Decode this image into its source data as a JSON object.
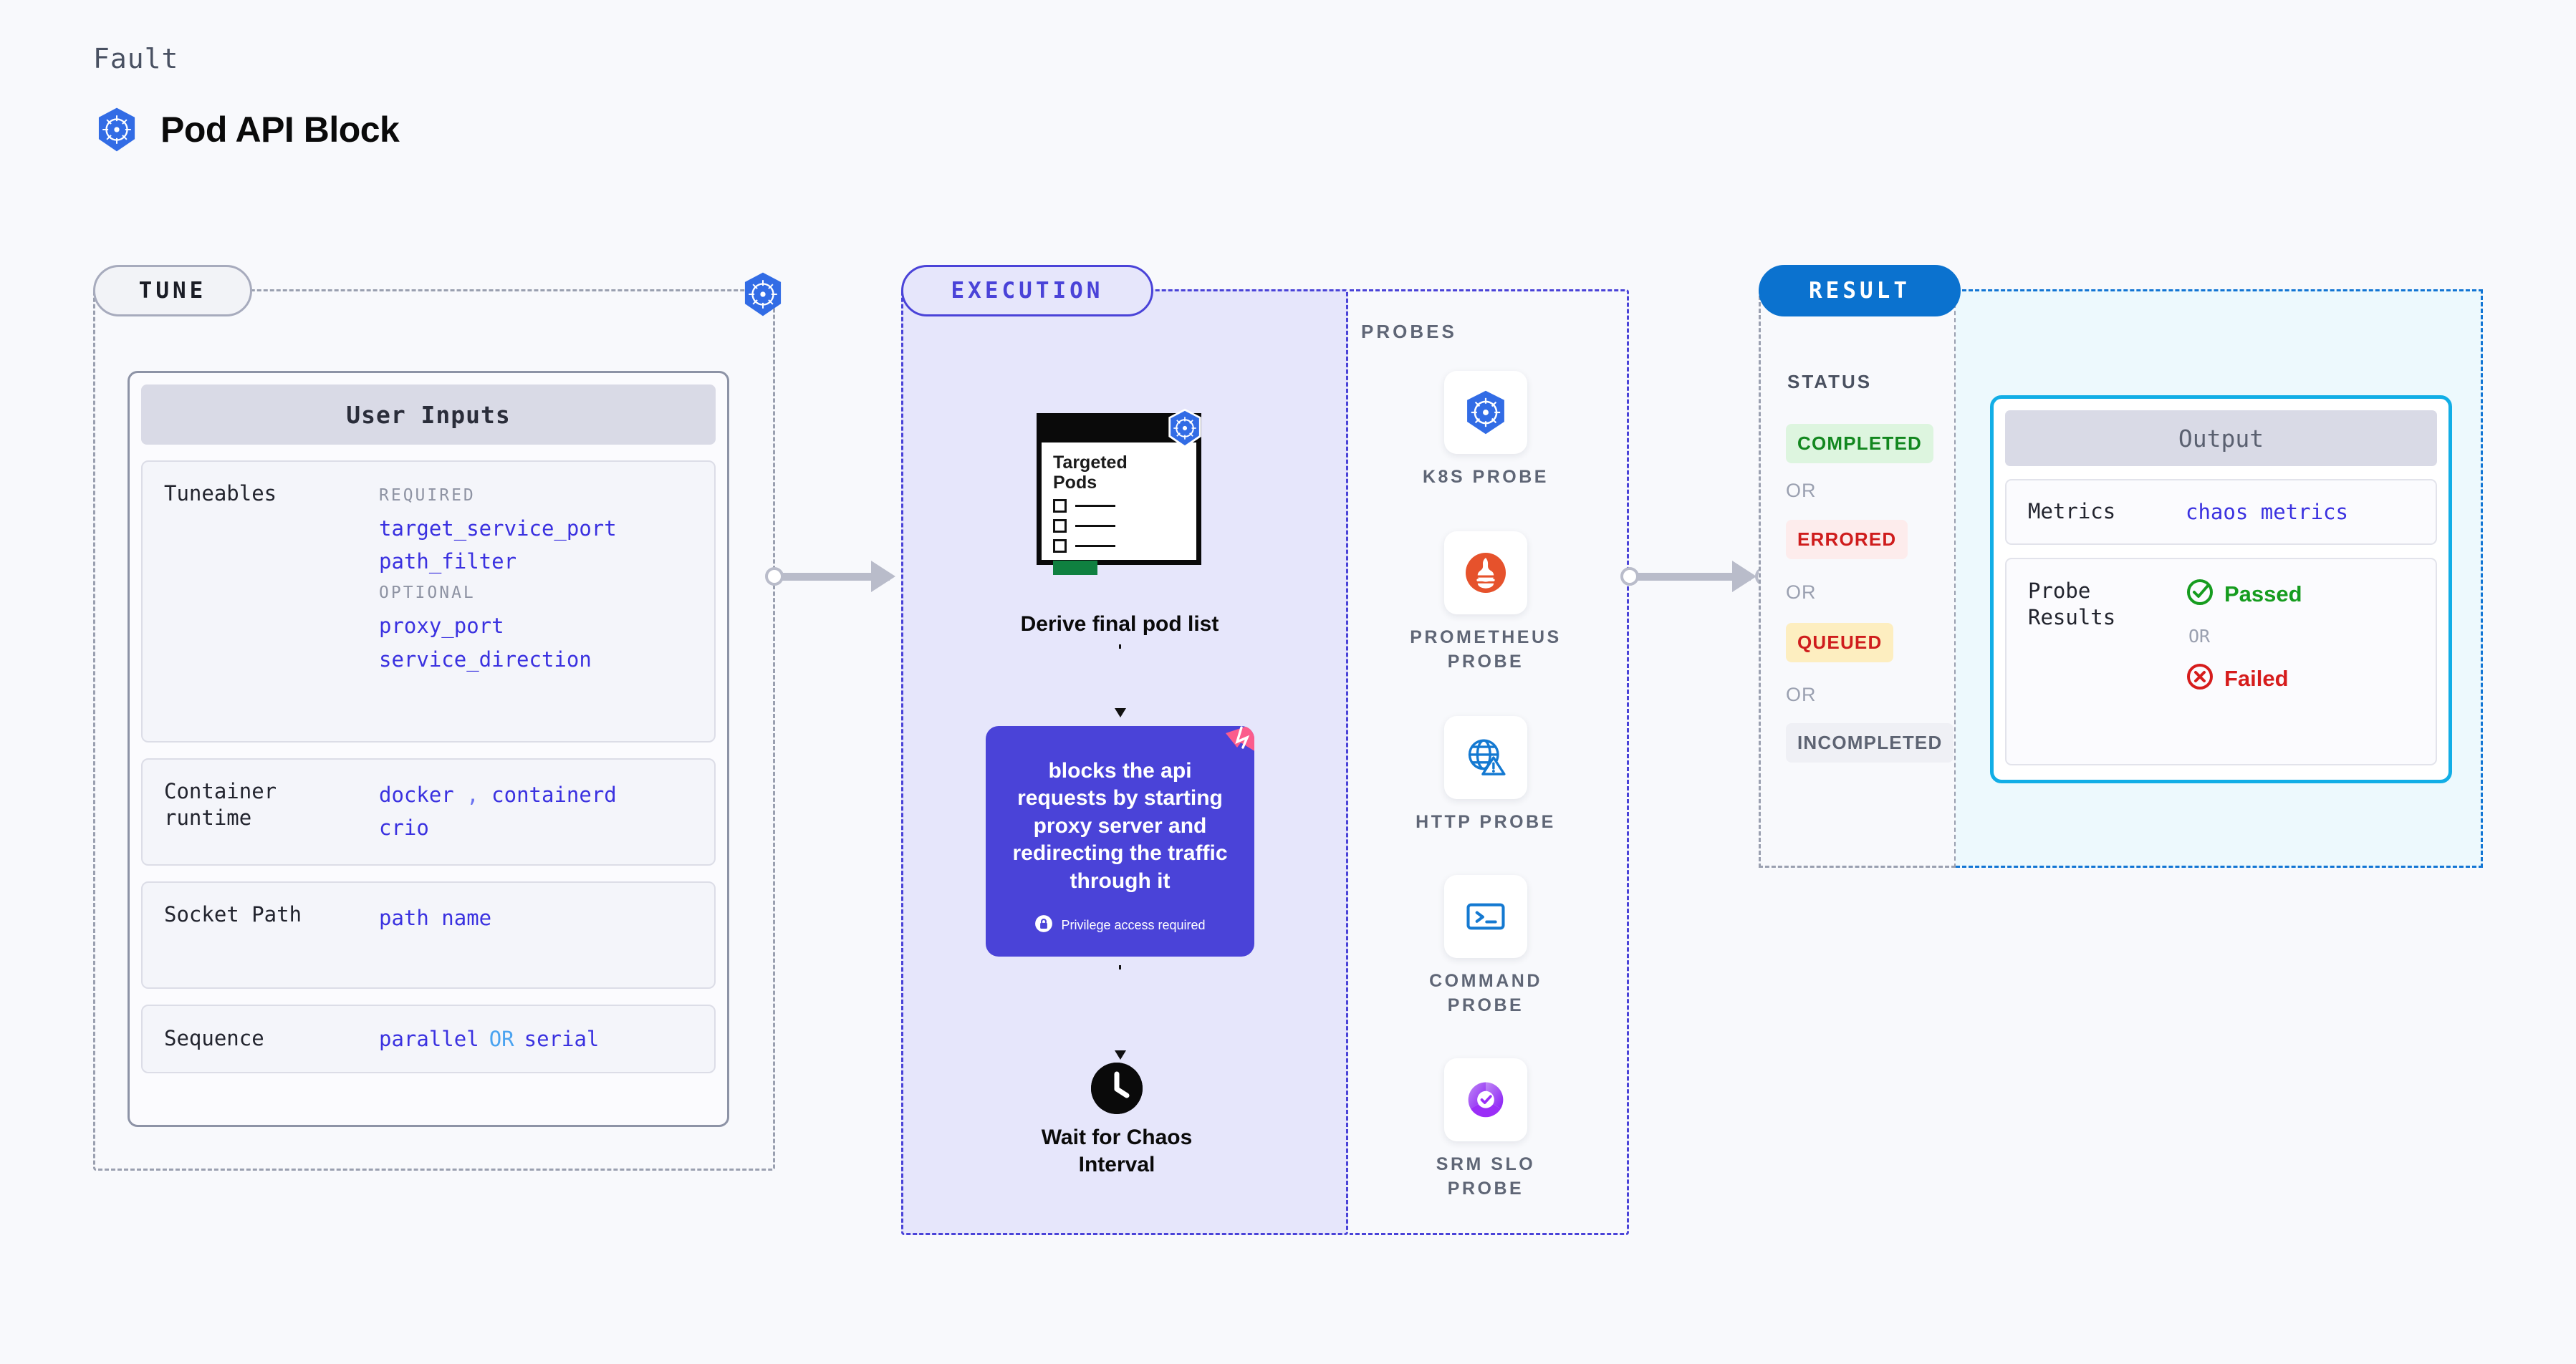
{
  "header": {
    "kicker": "Fault",
    "title": "Pod API Block",
    "icon": "kubernetes-icon"
  },
  "stages": {
    "tune": "TUNE",
    "execution": "EXECUTION",
    "result": "RESULT"
  },
  "tune": {
    "badge_icon": "kubernetes-icon",
    "card_title": "User Inputs",
    "rows": [
      {
        "label": "Tuneables",
        "groups": [
          {
            "category": "REQUIRED",
            "values": [
              "target_service_port",
              "path_filter"
            ]
          },
          {
            "category": "OPTIONAL",
            "values": [
              "proxy_port",
              "service_direction"
            ]
          }
        ]
      },
      {
        "label": "Container runtime",
        "values_line1": "docker",
        "separator": ",",
        "values_line1b": "containerd",
        "values_line2": "crio"
      },
      {
        "label": "Socket Path",
        "value": "path name"
      },
      {
        "label": "Sequence",
        "value_a": "parallel",
        "conjunction": "OR",
        "value_b": "serial"
      }
    ]
  },
  "execution": {
    "pods_card": {
      "heading_line1": "Targeted",
      "heading_line2": "Pods",
      "badge_icon": "kubernetes-icon"
    },
    "derive_caption": "Derive final pod list",
    "action": {
      "text": "blocks the api requests by starting proxy server and redirecting the traffic through it",
      "privilege_note": "Privilege access required",
      "privilege_icon": "lock-icon",
      "corner_icon": "litmuschaos-icon",
      "color": "#4a43d8"
    },
    "wait": {
      "icon": "clock-icon",
      "caption_line1": "Wait for Chaos",
      "caption_line2": "Interval"
    }
  },
  "probes": {
    "title": "PROBES",
    "items": [
      {
        "label": "K8S PROBE",
        "icon": "kubernetes-icon"
      },
      {
        "label": "PROMETHEUS PROBE",
        "icon": "prometheus-icon"
      },
      {
        "label": "HTTP PROBE",
        "icon": "http-globe-warning-icon"
      },
      {
        "label": "COMMAND PROBE",
        "icon": "terminal-icon"
      },
      {
        "label": "SRM SLO PROBE",
        "icon": "srm-slo-icon"
      }
    ]
  },
  "result": {
    "status_title": "STATUS",
    "or_label": "OR",
    "statuses": [
      {
        "label": "COMPLETED",
        "bg": "#ddf5df",
        "fg": "#12871f"
      },
      {
        "label": "ERRORED",
        "bg": "#fdecec",
        "fg": "#cf1d1d"
      },
      {
        "label": "QUEUED",
        "bg": "#fdeec0",
        "fg": "#cf1d1d"
      },
      {
        "label": "INCOMPLETED",
        "bg": "#eff0f5",
        "fg": "#5d6372"
      }
    ],
    "output": {
      "title": "Output",
      "metrics_label": "Metrics",
      "metrics_value": "chaos metrics",
      "probe_label": "Probe Results",
      "passed": "Passed",
      "failed": "Failed",
      "or_label": "OR"
    }
  }
}
